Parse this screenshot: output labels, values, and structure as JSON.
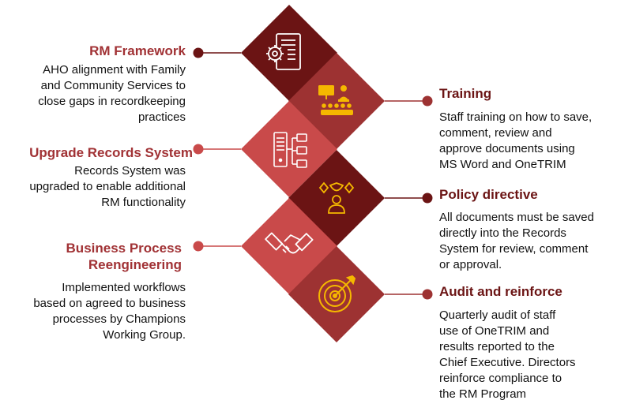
{
  "colors": {
    "dark_red": "#6b1414",
    "mid_red": "#9d3232",
    "light_red": "#c94a4a",
    "icon_white": "#ffffff",
    "icon_yellow": "#f5b800",
    "left_title": "#a13235",
    "right_title": "#6b1414"
  },
  "steps": [
    {
      "id": "rm-framework",
      "title": "RM Framework",
      "description": "AHO alignment with Family\nand Community Services to\nclose gaps in recordkeeping\npractices",
      "icon": "document-gear-icon"
    },
    {
      "id": "training",
      "title": "Training",
      "description": "Staff training on how to save,\ncomment, review and\napprove documents using\nMS Word and OneTRIM",
      "icon": "presentation-audience-icon"
    },
    {
      "id": "upgrade-records-system",
      "title": "Upgrade Records System",
      "description": "Records System was\nupgraded to enable additional\nRM functionality",
      "icon": "server-network-icon"
    },
    {
      "id": "policy-directive",
      "title": "Policy directive",
      "description": "All documents must be saved\ndirectly into the Records\nSystem for review, comment\nor approval.",
      "icon": "person-ideas-icon"
    },
    {
      "id": "business-process-reengineering",
      "title": "Business Process\nReengineering",
      "description": "Implemented workflows\nbased on agreed to business\nprocesses by Champions\nWorking Group.",
      "icon": "handshake-icon"
    },
    {
      "id": "audit-and-reinforce",
      "title": "Audit and reinforce",
      "description": "Quarterly audit of staff\nuse of OneTRIM and\nresults reported to the\nChief Executive. Directors\nreinforce compliance to\nthe RM Program",
      "icon": "target-icon"
    }
  ]
}
